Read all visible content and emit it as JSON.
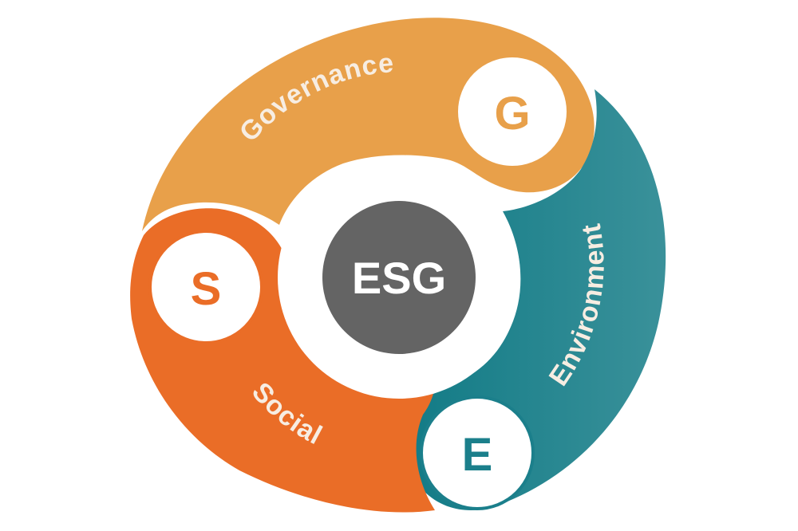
{
  "center": {
    "label": "ESG",
    "color": "#646464"
  },
  "segments": {
    "governance": {
      "letter": "G",
      "label": "Governance",
      "color": "#e8a04a"
    },
    "environment": {
      "letter": "E",
      "label": "Environment",
      "color": "#1b7f8b"
    },
    "social": {
      "letter": "S",
      "label": "Social",
      "color": "#ea6d27"
    }
  },
  "text_color": "#f7ede2"
}
